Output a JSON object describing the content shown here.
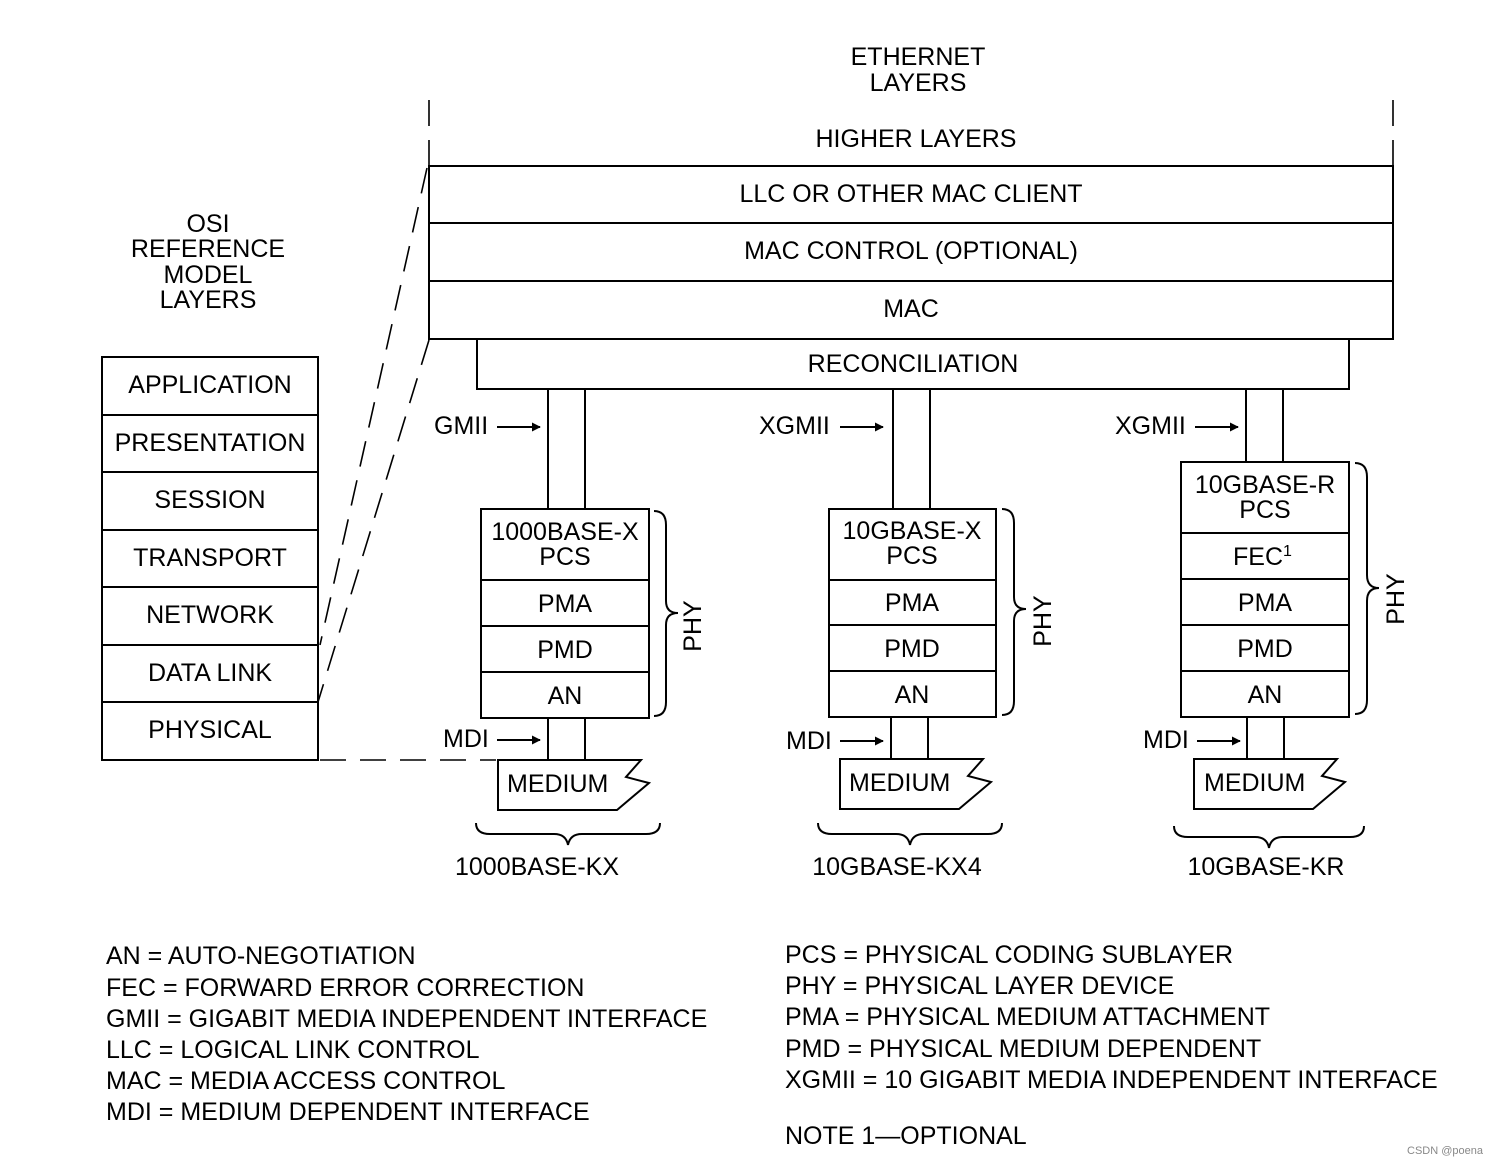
{
  "ethernet_title": [
    "ETHERNET",
    "LAYERS"
  ],
  "osi_title": [
    "OSI",
    "REFERENCE",
    "MODEL",
    "LAYERS"
  ],
  "osi_layers": [
    "APPLICATION",
    "PRESENTATION",
    "SESSION",
    "TRANSPORT",
    "NETWORK",
    "DATA LINK",
    "PHYSICAL"
  ],
  "ethernet_layers": {
    "higher": "HIGHER LAYERS",
    "llc": "LLC OR OTHER MAC CLIENT",
    "mac_control": "MAC CONTROL (OPTIONAL)",
    "mac": "MAC",
    "reconciliation": "RECONCILIATION"
  },
  "phys": [
    {
      "interface": "GMII",
      "pcs": [
        "1000BASE-X",
        "PCS"
      ],
      "fec": "",
      "pma": "PMA",
      "pmd": "PMD",
      "an": "AN",
      "phy": "PHY",
      "mdi": "MDI",
      "medium": "MEDIUM",
      "name": "1000BASE-KX"
    },
    {
      "interface": "XGMII",
      "pcs": [
        "10GBASE-X",
        "PCS"
      ],
      "fec": "",
      "pma": "PMA",
      "pmd": "PMD",
      "an": "AN",
      "phy": "PHY",
      "mdi": "MDI",
      "medium": "MEDIUM",
      "name": "10GBASE-KX4"
    },
    {
      "interface": "XGMII",
      "pcs": [
        "10GBASE-R",
        "PCS"
      ],
      "fec": "FEC",
      "fec_superscript": "1",
      "pma": "PMA",
      "pmd": "PMD",
      "an": "AN",
      "phy": "PHY",
      "mdi": "MDI",
      "medium": "MEDIUM",
      "name": "10GBASE-KR"
    }
  ],
  "legend_left": [
    "AN = AUTO-NEGOTIATION",
    "FEC = FORWARD ERROR CORRECTION",
    "GMII = GIGABIT MEDIA INDEPENDENT INTERFACE",
    "LLC = LOGICAL LINK CONTROL",
    "MAC = MEDIA ACCESS CONTROL",
    "MDI = MEDIUM DEPENDENT INTERFACE"
  ],
  "legend_right": [
    "PCS = PHYSICAL CODING SUBLAYER",
    "PHY = PHYSICAL LAYER DEVICE",
    "PMA = PHYSICAL MEDIUM ATTACHMENT",
    "PMD = PHYSICAL MEDIUM DEPENDENT",
    "XGMII = 10 GIGABIT MEDIA INDEPENDENT INTERFACE"
  ],
  "note": "NOTE 1—OPTIONAL",
  "watermark": "CSDN @poena"
}
